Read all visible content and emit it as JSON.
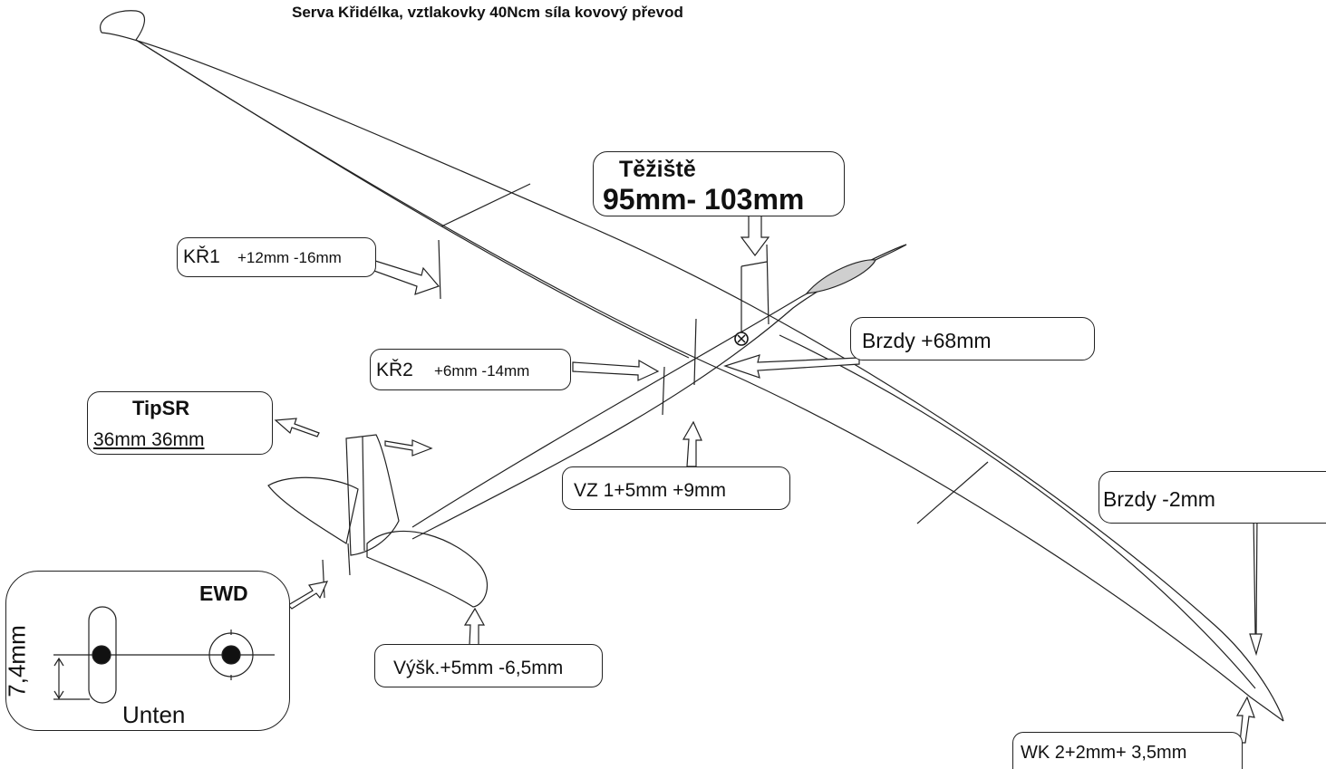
{
  "servo_note": "Serva  Křidélka, vztlakovky 40Ncm síla kovový převod",
  "cg": {
    "title": "Těžiště",
    "value": "95mm- 103mm"
  },
  "kr1": {
    "name": "KŘ1",
    "range": "+12mm -16mm"
  },
  "kr2": {
    "name": "KŘ2",
    "range": "+6mm -14mm"
  },
  "tipsr": {
    "title": "TipSR",
    "values": "36mm  36mm"
  },
  "brzdy1": {
    "label": "Brzdy   +68mm"
  },
  "brzdy2": {
    "label": "Brzdy   -2mm"
  },
  "vz1": {
    "label": "VZ 1+5mm +9mm"
  },
  "vysk": {
    "label": "Výšk.+5mm -6,5mm"
  },
  "ewd": {
    "title": "EWD",
    "dimension": "7,4mm",
    "position": "Unten"
  },
  "wk2": {
    "label": "WK 2+2mm+ 3,5mm"
  }
}
